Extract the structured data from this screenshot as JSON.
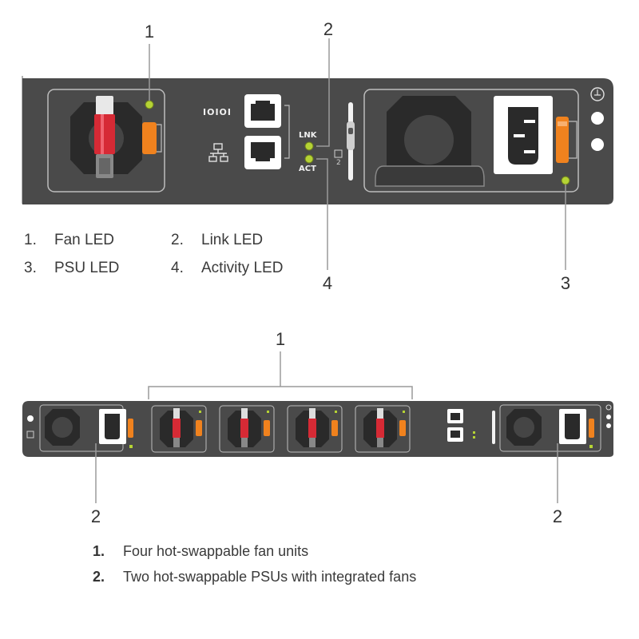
{
  "top_diagram": {
    "callouts": [
      "1",
      "2",
      "3",
      "4"
    ],
    "port_labels": {
      "serial": "IOIOI",
      "link": "LNK",
      "activity": "ACT",
      "slot": "2"
    },
    "legend": [
      {
        "num": "1.",
        "text": "Fan LED"
      },
      {
        "num": "2.",
        "text": "Link LED"
      },
      {
        "num": "3.",
        "text": "PSU LED"
      },
      {
        "num": "4.",
        "text": "Activity LED"
      }
    ]
  },
  "bottom_diagram": {
    "callouts": [
      "1",
      "2",
      "2"
    ],
    "legend": [
      {
        "num": "1.",
        "text": "Four hot-swappable fan units"
      },
      {
        "num": "2.",
        "text": "Two hot-swappable PSUs with integrated fans"
      }
    ]
  },
  "colors": {
    "chassis": "#4a4a4a",
    "led_green": "#b5d334",
    "fan_handle_red": "#d62a35",
    "latch_orange": "#f0821e",
    "port_white": "#ffffff"
  }
}
